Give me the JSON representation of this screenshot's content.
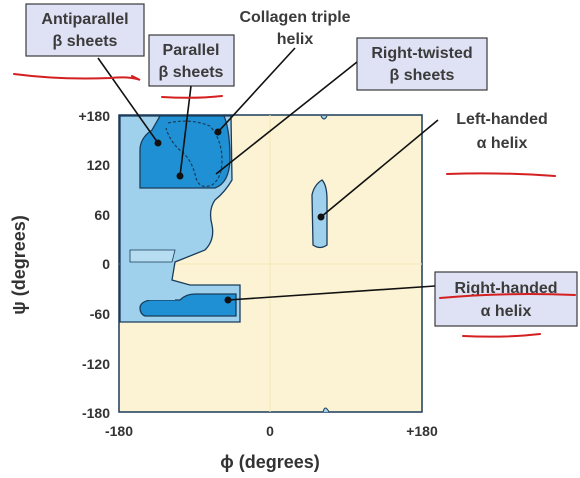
{
  "axes": {
    "x_label": "ϕ (degrees)",
    "y_label": "ψ (degrees)",
    "x_ticks": [
      "-180",
      "0",
      "+180"
    ],
    "y_ticks": [
      "+180",
      "120",
      "60",
      "0",
      "-60",
      "-120",
      "-180"
    ]
  },
  "labels": {
    "antiparallel": [
      "Antiparallel",
      "β sheets"
    ],
    "parallel": [
      "Parallel",
      "β sheets"
    ],
    "collagen": [
      "Collagen triple",
      "helix"
    ],
    "right_twisted": [
      "Right-twisted",
      "β sheets"
    ],
    "left_handed": [
      "Left-handed",
      "α helix"
    ],
    "right_handed": [
      "Right-handed",
      "α helix"
    ]
  },
  "colors": {
    "background": "#fbf3d4",
    "allowed_light": "#9fd0ec",
    "allowed_dark": "#1f90d4",
    "outline": "#1a3c5a",
    "annotation_box": "#dfe1f4",
    "handwriting": "#d42020"
  }
}
